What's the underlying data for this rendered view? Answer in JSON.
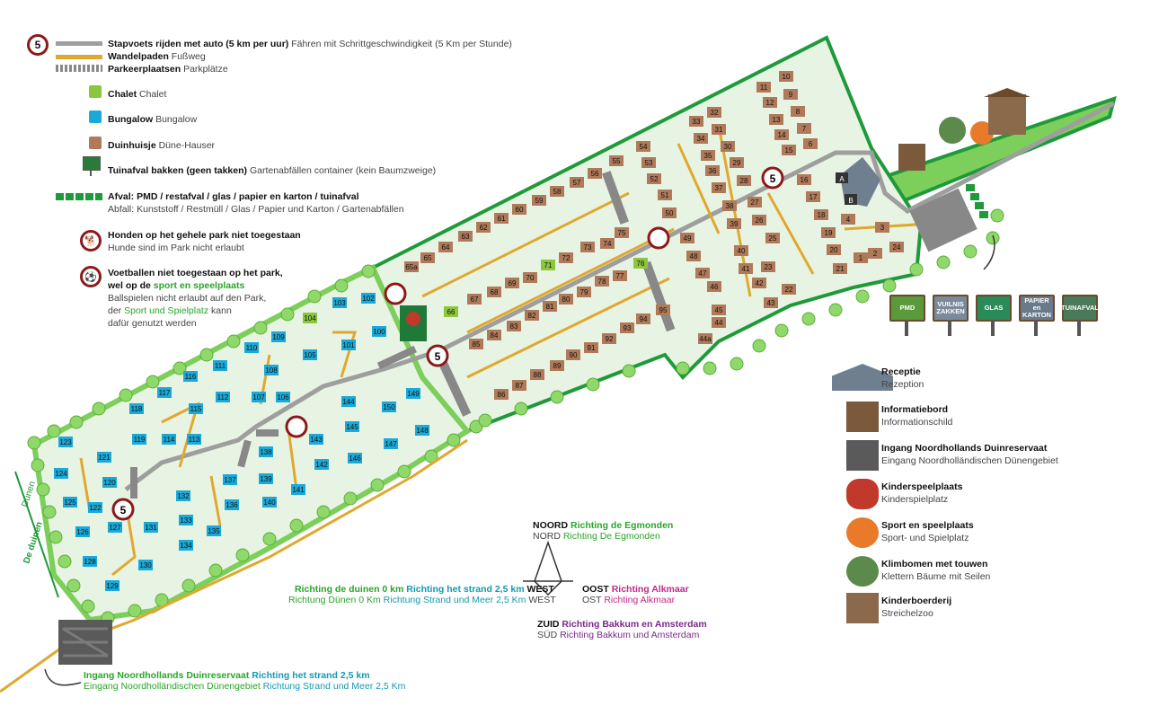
{
  "legend": {
    "speed_sign": "5",
    "road_nl": "Stapvoets rijden met auto (5 km per uur)",
    "road_de": "Fähren mit Schrittgeschwindigkeit (5 Km per Stunde)",
    "path_nl": "Wandelpaden",
    "path_de": "Fußweg",
    "parking_nl": "Parkeerplaatsen",
    "parking_de": "Parkplätze",
    "chalet_nl": "Chalet",
    "chalet_de": "Chalet",
    "bungalow_nl": "Bungalow",
    "bungalow_de": "Bungalow",
    "dune_nl": "Duinhuisje",
    "dune_de": "Düne-Hauser",
    "garden_nl": "Tuinafval bakken (geen takken)",
    "garden_de": "Gartenabfällen container (kein Baumzweige)",
    "waste_nl": "Afval: PMD / restafval / glas / papier en karton / tuinafval",
    "waste_de": "Abfall: Kunststoff / Restmüll / Glas / Papier und Karton / Gartenabfällen",
    "dogs_nl": "Honden op het gehele park niet toegestaan",
    "dogs_de": "Hunde sind im Park nicht erlaubt",
    "ball_nl_1": "Voetballen niet toegestaan op het park,",
    "ball_nl_2": "wel op de",
    "ball_nl_link": "sport en speelplaats",
    "ball_de_1": "Ballspielen nicht erlaubt auf den Park,",
    "ball_de_2a": "der",
    "ball_de_link": "Sport und Spielplatz",
    "ball_de_2b": "kann",
    "ball_de_3": "dafür genutzt werden"
  },
  "colors": {
    "road": "#9e9e9e",
    "path": "#e0a830",
    "chalet": "#8cc63f",
    "bungalow": "#1ba9d8",
    "dune": "#b07a5a",
    "park_green": "#7ccf5a",
    "border_green": "#1f9a3a",
    "no_sign_red": "#8b1a1a"
  },
  "waste_signs": [
    "PMD",
    "VUILNIS ZAKKEN",
    "GLAS",
    "PAPIER en KARTON",
    "TUINAFVAL"
  ],
  "icons_legend": [
    {
      "icon": "reception-icon",
      "nl": "Receptie",
      "de": "Rezeption"
    },
    {
      "icon": "info-board-icon",
      "nl": "Informatiebord",
      "de": "Informationschild"
    },
    {
      "icon": "gate-icon",
      "nl": "Ingang Noordhollands Duinreservaat",
      "de": "Eingang Noordholländischen Dünengebiet"
    },
    {
      "icon": "playground-icon",
      "nl": "Kinderspeelplaats",
      "de": "Kinderspielplatz"
    },
    {
      "icon": "football-icon",
      "nl": "Sport en speelplaats",
      "de": "Sport- und Spielplatz"
    },
    {
      "icon": "climbing-tree-icon",
      "nl": "Klimbomen met touwen",
      "de": "Klettern Bäume mit Seilen"
    },
    {
      "icon": "farm-icon",
      "nl": "Kinderboerderij",
      "de": "Streichelzoo"
    }
  ],
  "compass": {
    "north": "NOORD",
    "north_dir": "Richting de Egmonden",
    "north_de": "NORD",
    "north_dir_de": "Richting De Egmonden",
    "east": "OOST",
    "east_dir": "Richting Alkmaar",
    "east_de": "OST",
    "east_dir_de": "Richting Alkmaar",
    "south": "ZUID",
    "south_dir": "Richting Bakkum en Amsterdam",
    "south_de": "SÜD",
    "south_dir_de": "Richting Bakkum und Amsterdam",
    "west_a": "Richting de duinen 0 km",
    "west_b": "Richting het strand 2,5 km",
    "west": "WEST",
    "west_a_de": "Richtung Dünen 0 Km",
    "west_b_de": "Richtung Strand und Meer 2,5 Km",
    "west_de": "WEST"
  },
  "entrance": {
    "nl_a": "Ingang Noordhollands Duinreservaat",
    "nl_b": "Richting het strand 2,5 km",
    "de_a": "Eingang Noordholländischen Dünengebiet",
    "de_b": "Richtung Strand und Meer 2,5 Km"
  },
  "dunes_label": {
    "nl": "De duinen",
    "de": "Dünen"
  },
  "gate_letters": [
    "A",
    "B"
  ],
  "speed_signs_map": [
    "5",
    "5",
    "5"
  ],
  "plots": [
    {
      "n": "10",
      "c": "dune"
    },
    {
      "n": "11",
      "c": "dune"
    },
    {
      "n": "12",
      "c": "dune"
    },
    {
      "n": "9",
      "c": "dune"
    },
    {
      "n": "13",
      "c": "dune"
    },
    {
      "n": "8",
      "c": "dune"
    },
    {
      "n": "14",
      "c": "dune"
    },
    {
      "n": "7",
      "c": "dune"
    },
    {
      "n": "15",
      "c": "dune"
    },
    {
      "n": "6",
      "c": "dune"
    },
    {
      "n": "16",
      "c": "dune"
    },
    {
      "n": "17",
      "c": "dune"
    },
    {
      "n": "18",
      "c": "dune"
    },
    {
      "n": "4",
      "c": "dune"
    },
    {
      "n": "19",
      "c": "dune"
    },
    {
      "n": "20",
      "c": "dune"
    },
    {
      "n": "3",
      "c": "dune"
    },
    {
      "n": "21",
      "c": "dune"
    },
    {
      "n": "1",
      "c": "dune"
    },
    {
      "n": "2",
      "c": "dune"
    },
    {
      "n": "24",
      "c": "dune"
    },
    {
      "n": "33",
      "c": "dune"
    },
    {
      "n": "32",
      "c": "dune"
    },
    {
      "n": "34",
      "c": "dune"
    },
    {
      "n": "31",
      "c": "dune"
    },
    {
      "n": "35",
      "c": "dune"
    },
    {
      "n": "30",
      "c": "dune"
    },
    {
      "n": "36",
      "c": "dune"
    },
    {
      "n": "29",
      "c": "dune"
    },
    {
      "n": "37",
      "c": "dune"
    },
    {
      "n": "28",
      "c": "dune"
    },
    {
      "n": "38",
      "c": "dune"
    },
    {
      "n": "27",
      "c": "dune"
    },
    {
      "n": "39",
      "c": "dune"
    },
    {
      "n": "26",
      "c": "dune"
    },
    {
      "n": "40",
      "c": "dune"
    },
    {
      "n": "25",
      "c": "dune"
    },
    {
      "n": "41",
      "c": "dune"
    },
    {
      "n": "23",
      "c": "dune"
    },
    {
      "n": "42",
      "c": "dune"
    },
    {
      "n": "22",
      "c": "dune"
    },
    {
      "n": "43",
      "c": "dune"
    },
    {
      "n": "54",
      "c": "dune"
    },
    {
      "n": "53",
      "c": "dune"
    },
    {
      "n": "52",
      "c": "dune"
    },
    {
      "n": "51",
      "c": "dune"
    },
    {
      "n": "50",
      "c": "dune"
    },
    {
      "n": "49",
      "c": "dune"
    },
    {
      "n": "48",
      "c": "dune"
    },
    {
      "n": "47",
      "c": "dune"
    },
    {
      "n": "46",
      "c": "dune"
    },
    {
      "n": "45",
      "c": "dune"
    },
    {
      "n": "44",
      "c": "dune"
    },
    {
      "n": "44a",
      "c": "dune"
    },
    {
      "n": "55",
      "c": "dune"
    },
    {
      "n": "56",
      "c": "dune"
    },
    {
      "n": "57",
      "c": "dune"
    },
    {
      "n": "58",
      "c": "dune"
    },
    {
      "n": "59",
      "c": "dune"
    },
    {
      "n": "60",
      "c": "dune"
    },
    {
      "n": "61",
      "c": "dune"
    },
    {
      "n": "62",
      "c": "dune"
    },
    {
      "n": "63",
      "c": "dune"
    },
    {
      "n": "64",
      "c": "dune"
    },
    {
      "n": "65",
      "c": "dune"
    },
    {
      "n": "65a",
      "c": "dune"
    },
    {
      "n": "75",
      "c": "dune"
    },
    {
      "n": "74",
      "c": "dune"
    },
    {
      "n": "73",
      "c": "dune"
    },
    {
      "n": "72",
      "c": "dune"
    },
    {
      "n": "71",
      "c": "chalet"
    },
    {
      "n": "70",
      "c": "dune"
    },
    {
      "n": "69",
      "c": "dune"
    },
    {
      "n": "68",
      "c": "dune"
    },
    {
      "n": "67",
      "c": "dune"
    },
    {
      "n": "66",
      "c": "chalet"
    },
    {
      "n": "76",
      "c": "chalet"
    },
    {
      "n": "77",
      "c": "dune"
    },
    {
      "n": "78",
      "c": "dune"
    },
    {
      "n": "79",
      "c": "dune"
    },
    {
      "n": "80",
      "c": "dune"
    },
    {
      "n": "81",
      "c": "dune"
    },
    {
      "n": "82",
      "c": "dune"
    },
    {
      "n": "83",
      "c": "dune"
    },
    {
      "n": "84",
      "c": "dune"
    },
    {
      "n": "85",
      "c": "dune"
    },
    {
      "n": "95",
      "c": "dune"
    },
    {
      "n": "94",
      "c": "dune"
    },
    {
      "n": "93",
      "c": "dune"
    },
    {
      "n": "92",
      "c": "dune"
    },
    {
      "n": "91",
      "c": "dune"
    },
    {
      "n": "90",
      "c": "dune"
    },
    {
      "n": "89",
      "c": "dune"
    },
    {
      "n": "88",
      "c": "dune"
    },
    {
      "n": "87",
      "c": "dune"
    },
    {
      "n": "86",
      "c": "dune"
    },
    {
      "n": "102",
      "c": "bungalow"
    },
    {
      "n": "103",
      "c": "bungalow"
    },
    {
      "n": "104",
      "c": "chalet"
    },
    {
      "n": "100",
      "c": "bungalow"
    },
    {
      "n": "101",
      "c": "bungalow"
    },
    {
      "n": "105",
      "c": "bungalow"
    },
    {
      "n": "109",
      "c": "bungalow"
    },
    {
      "n": "110",
      "c": "bungalow"
    },
    {
      "n": "108",
      "c": "bungalow"
    },
    {
      "n": "111",
      "c": "bungalow"
    },
    {
      "n": "107",
      "c": "bungalow"
    },
    {
      "n": "106",
      "c": "bungalow"
    },
    {
      "n": "112",
      "c": "bungalow"
    },
    {
      "n": "116",
      "c": "bungalow"
    },
    {
      "n": "117",
      "c": "bungalow"
    },
    {
      "n": "115",
      "c": "bungalow"
    },
    {
      "n": "118",
      "c": "bungalow"
    },
    {
      "n": "114",
      "c": "bungalow"
    },
    {
      "n": "113",
      "c": "bungalow"
    },
    {
      "n": "119",
      "c": "bungalow"
    },
    {
      "n": "121",
      "c": "bungalow"
    },
    {
      "n": "123",
      "c": "bungalow"
    },
    {
      "n": "120",
      "c": "bungalow"
    },
    {
      "n": "124",
      "c": "bungalow"
    },
    {
      "n": "125",
      "c": "bungalow"
    },
    {
      "n": "122",
      "c": "bungalow"
    },
    {
      "n": "126",
      "c": "bungalow"
    },
    {
      "n": "127",
      "c": "bungalow"
    },
    {
      "n": "131",
      "c": "bungalow"
    },
    {
      "n": "128",
      "c": "bungalow"
    },
    {
      "n": "130",
      "c": "bungalow"
    },
    {
      "n": "129",
      "c": "bungalow"
    },
    {
      "n": "132",
      "c": "bungalow"
    },
    {
      "n": "133",
      "c": "bungalow"
    },
    {
      "n": "134",
      "c": "bungalow"
    },
    {
      "n": "135",
      "c": "bungalow"
    },
    {
      "n": "136",
      "c": "bungalow"
    },
    {
      "n": "137",
      "c": "bungalow"
    },
    {
      "n": "138",
      "c": "bungalow"
    },
    {
      "n": "139",
      "c": "bungalow"
    },
    {
      "n": "140",
      "c": "bungalow"
    },
    {
      "n": "141",
      "c": "bungalow"
    },
    {
      "n": "142",
      "c": "bungalow"
    },
    {
      "n": "143",
      "c": "bungalow"
    },
    {
      "n": "144",
      "c": "bungalow"
    },
    {
      "n": "145",
      "c": "bungalow"
    },
    {
      "n": "146",
      "c": "bungalow"
    },
    {
      "n": "147",
      "c": "bungalow"
    },
    {
      "n": "148",
      "c": "bungalow"
    },
    {
      "n": "149",
      "c": "bungalow"
    },
    {
      "n": "150",
      "c": "bungalow"
    }
  ]
}
